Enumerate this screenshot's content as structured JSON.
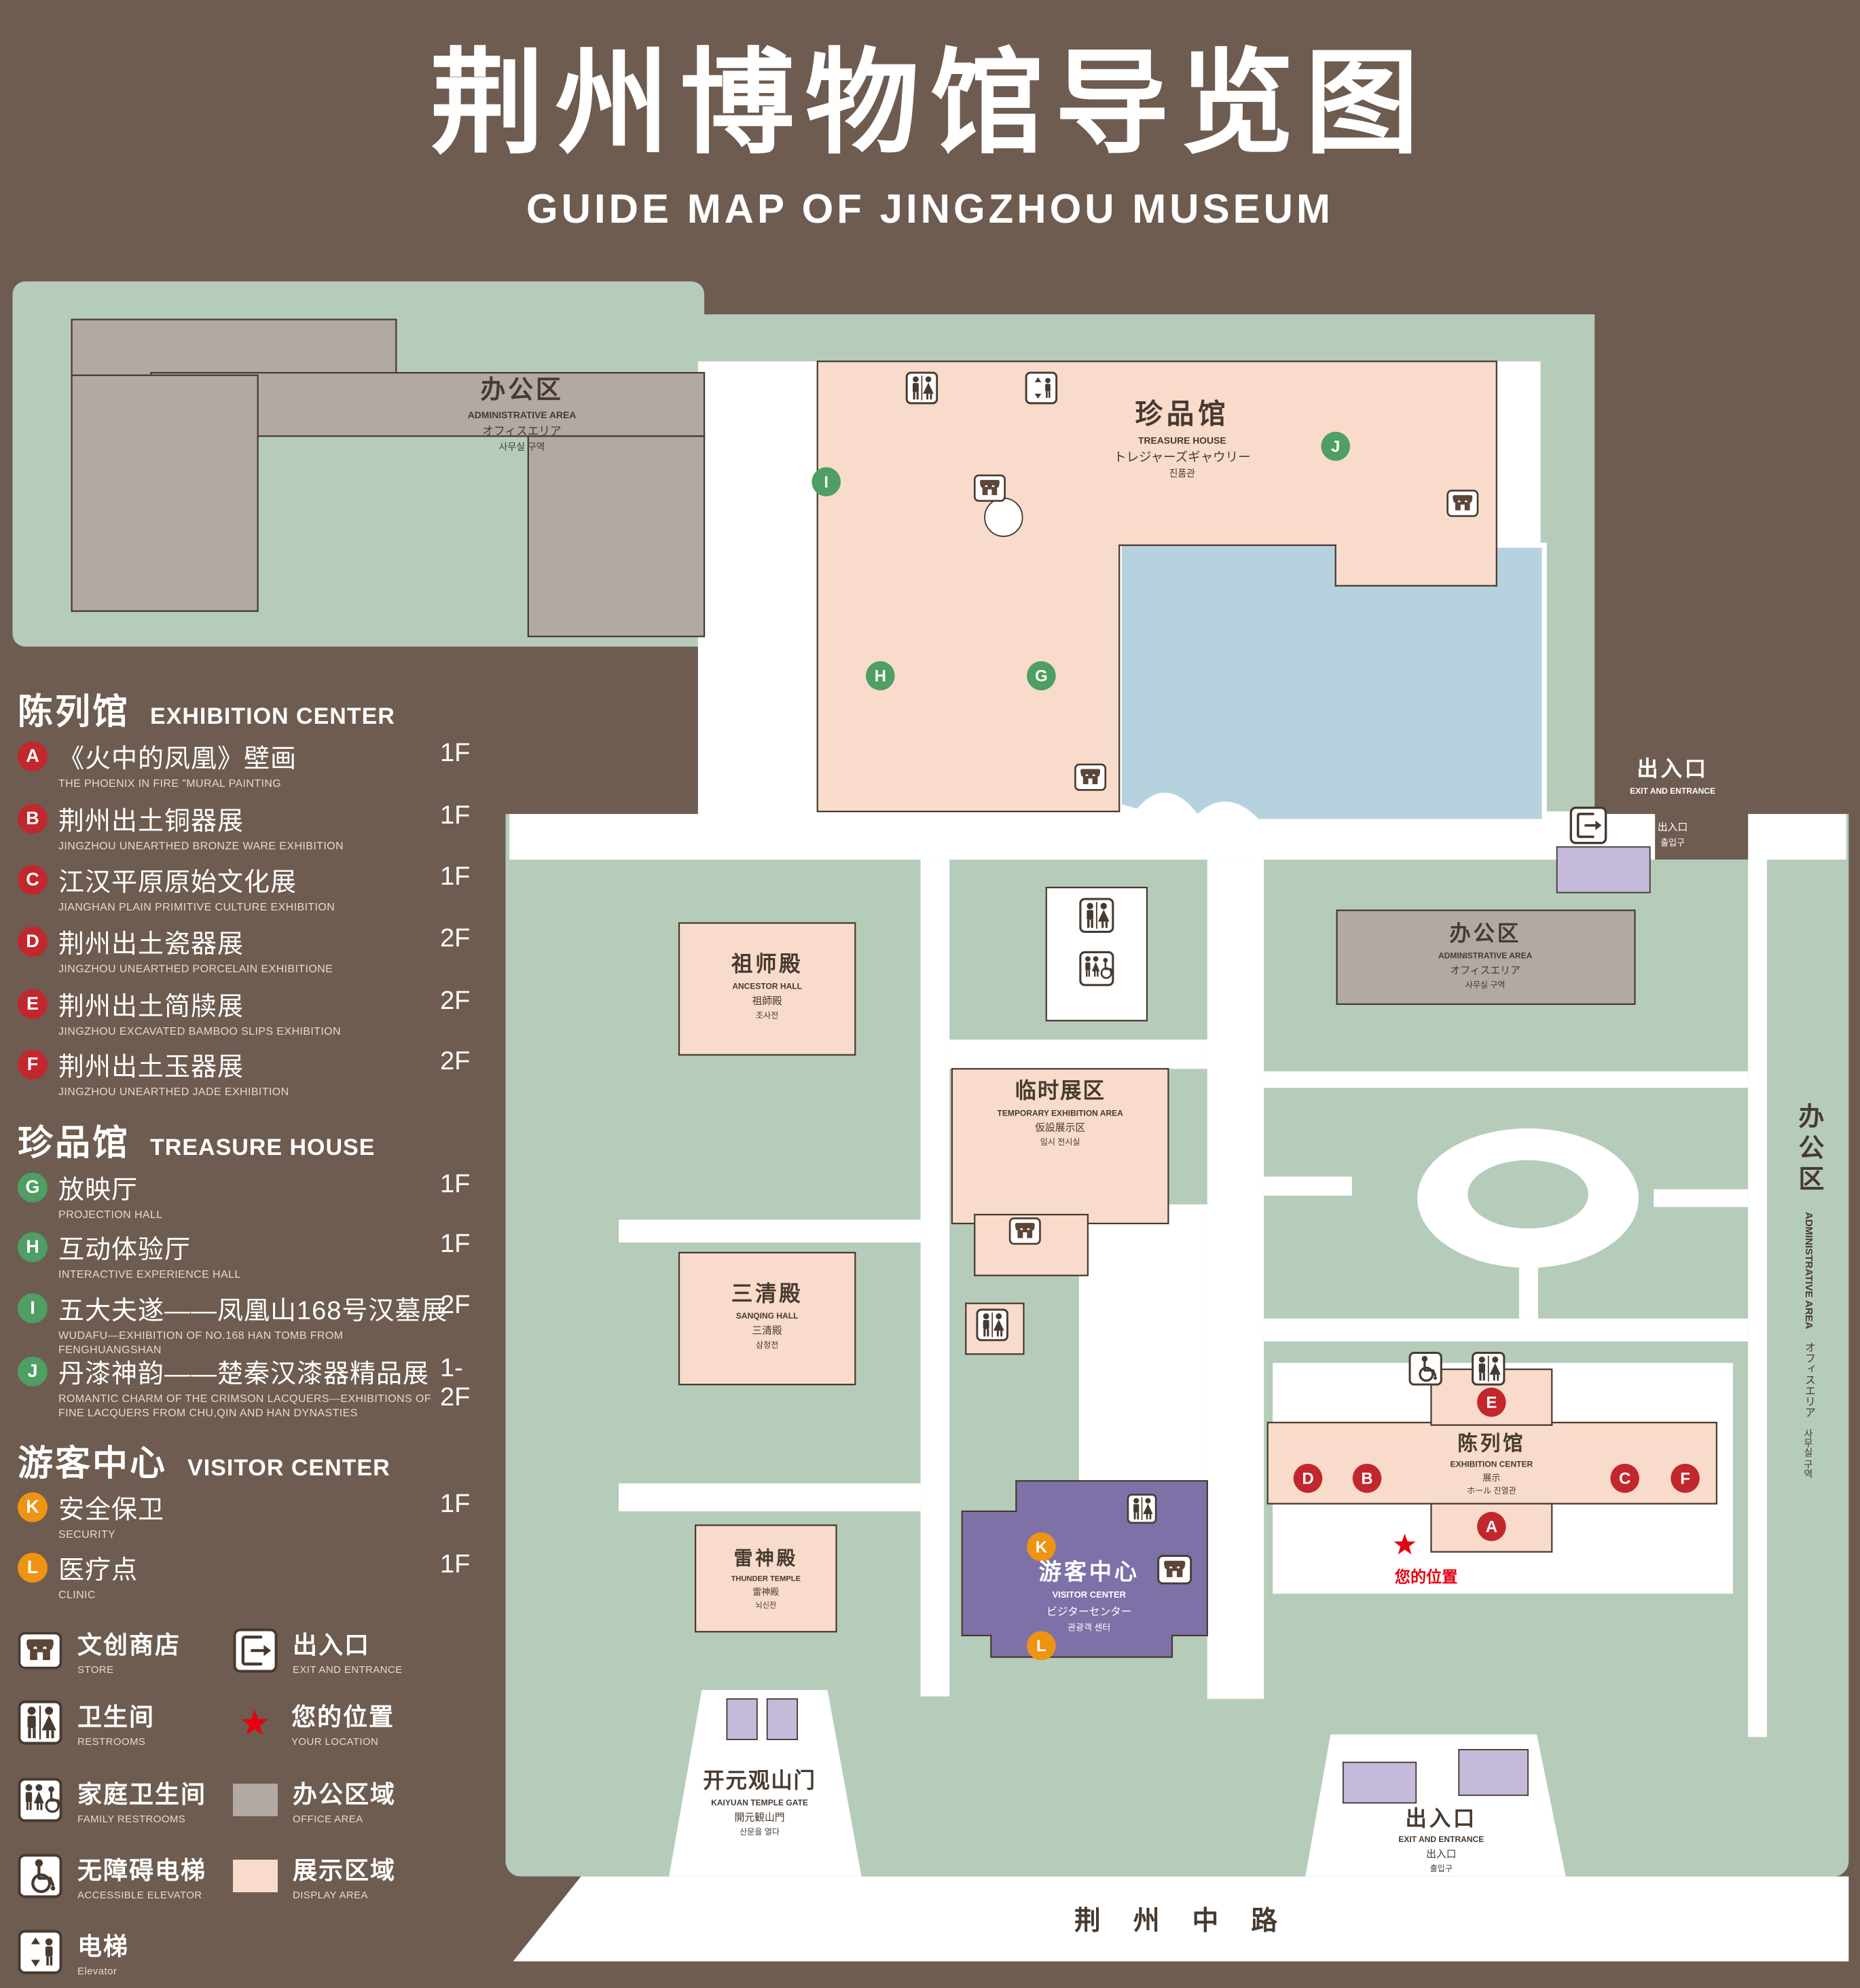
{
  "title": {
    "zh": "荆州博物馆导览图",
    "en": "GUIDE MAP OF JINGZHOU MUSEUM"
  },
  "colors": {
    "background": "#6e5c50",
    "green_area": "#b6ccba",
    "display_area": "#f8dbca",
    "office_area": "#b2a9a3",
    "water": "#b6d2de",
    "visitor_center": "#7d71a8",
    "entrance_block": "#c6badb",
    "marker_red": "#c1272d",
    "marker_green": "#4f9e63",
    "marker_orange": "#ef9312",
    "location_red": "#e60012"
  },
  "legend": {
    "sections": [
      {
        "zh": "陈列馆",
        "en": "EXHIBITION CENTER",
        "items": [
          {
            "letter": "A",
            "zh": "《火中的凤凰》壁画",
            "sub": "THE PHOENIX IN FIRE \"MURAL PAINTING",
            "floor": "1F"
          },
          {
            "letter": "B",
            "zh": "荆州出土铜器展",
            "sub": "JINGZHOU UNEARTHED BRONZE WARE EXHIBITION",
            "floor": "1F"
          },
          {
            "letter": "C",
            "zh": "江汉平原原始文化展",
            "sub": "JIANGHAN PLAIN PRIMITIVE CULTURE EXHIBITION",
            "floor": "1F"
          },
          {
            "letter": "D",
            "zh": "荆州出土瓷器展",
            "sub": "JINGZHOU UNEARTHED PORCELAIN EXHIBITIONE",
            "floor": "2F"
          },
          {
            "letter": "E",
            "zh": "荆州出土简牍展",
            "sub": "JINGZHOU EXCAVATED BAMBOO SLIPS EXHIBITION",
            "floor": "2F"
          },
          {
            "letter": "F",
            "zh": "荆州出土玉器展",
            "sub": "JINGZHOU UNEARTHED JADE EXHIBITION",
            "floor": "2F"
          }
        ]
      },
      {
        "zh": "珍品馆",
        "en": "TREASURE HOUSE",
        "items": [
          {
            "letter": "G",
            "zh": "放映厅",
            "sub": "PROJECTION HALL",
            "floor": "1F"
          },
          {
            "letter": "H",
            "zh": "互动体验厅",
            "sub": "INTERACTIVE EXPERIENCE HALL",
            "floor": "1F"
          },
          {
            "letter": "I",
            "zh": "五大夫遂——凤凰山168号汉墓展",
            "sub": "WUDAFU—EXHIBITION OF NO.168 HAN TOMB FROM FENGHUANGSHAN",
            "floor": "2F"
          },
          {
            "letter": "J",
            "zh": "丹漆神韵——楚秦汉漆器精品展",
            "sub": "ROMANTIC CHARM OF THE CRIMSON LACQUERS—EXHIBITIONS OF FINE LACQUERS FROM CHU,QIN AND HAN DYNASTIES",
            "floor": "1-2F"
          }
        ]
      },
      {
        "zh": "游客中心",
        "en": "VISITOR CENTER",
        "items": [
          {
            "letter": "K",
            "zh": "安全保卫",
            "sub": "SECURITY",
            "floor": "1F"
          },
          {
            "letter": "L",
            "zh": "医疗点",
            "sub": "CLINIC",
            "floor": "1F"
          }
        ]
      }
    ],
    "symbols": [
      {
        "icon": "store-icon",
        "zh": "文创商店",
        "sub": "STORE"
      },
      {
        "icon": "exit-entrance-icon",
        "zh": "出入口",
        "sub": "EXIT AND ENTRANCE"
      },
      {
        "icon": "restroom-icon",
        "zh": "卫生间",
        "sub": "RESTROOMS"
      },
      {
        "icon": "location-star-icon",
        "zh": "您的位置",
        "sub": "YOUR LOCATION"
      },
      {
        "icon": "family-restroom-icon",
        "zh": "家庭卫生间",
        "sub": "FAMILY RESTROOMS"
      },
      {
        "icon": "office-area-swatch",
        "zh": "办公区域",
        "sub": "OFFICE AREA"
      },
      {
        "icon": "accessible-elevator-icon",
        "zh": "无障碍电梯",
        "sub": "ACCESSIBLE ELEVATOR"
      },
      {
        "icon": "display-area-swatch",
        "zh": "展示区域",
        "sub": "DISPLAY AREA"
      },
      {
        "icon": "elevator-icon",
        "zh": "电梯",
        "sub": "Elevator"
      }
    ]
  },
  "map": {
    "buildings": {
      "admin_nw": {
        "zh": "办公区",
        "en": "ADMINISTRATIVE AREA",
        "ja": "オフィスエリア",
        "ko": "사무실 구역"
      },
      "treasure_house": {
        "zh": "珍品馆",
        "en": "TREASURE HOUSE",
        "ja": "トレジャーズギャウリー",
        "ko": "진품관"
      },
      "admin_center": {
        "zh": "办公区",
        "en": "ADMINISTRATIVE AREA",
        "ja": "オフィスエリア",
        "ko": "사무실 구역"
      },
      "admin_east": {
        "zh": "办公区",
        "en": "ADMINISTRATIVE AREA",
        "ja": "オフィスエリア",
        "ko": "사무실 구역"
      },
      "ancestor_hall": {
        "zh": "祖师殿",
        "en": "ANCESTOR HALL",
        "ja": "祖師殿",
        "ko": "조사전"
      },
      "temporary_area": {
        "zh": "临时展区",
        "en": "TEMPORARY EXHIBITION AREA",
        "ja": "仮設展示区",
        "ko": "임시 전시실"
      },
      "sanqing_hall": {
        "zh": "三清殿",
        "en": "SANQING HALL",
        "ja": "三清殿",
        "ko": "삼청전"
      },
      "exhibition_center": {
        "zh": "陈列馆",
        "en": "EXHIBITION CENTER",
        "ja": "展示",
        "ko": "ホール 진열관"
      },
      "thunder_temple": {
        "zh": "雷神殿",
        "en": "THUNDER TEMPLE",
        "ja": "雷神殿",
        "ko": "뇌신전"
      },
      "visitor_center": {
        "zh": "游客中心",
        "en": "VISITOR CENTER",
        "ja": "ビジターセンター",
        "ko": "관광객 센터"
      },
      "gate": {
        "zh": "开元观山门",
        "en": "KAIYUAN TEMPLE GATE",
        "ja": "開元観山門",
        "ko": "산문을 열다"
      },
      "exit_right": {
        "zh": "出入口",
        "en": "EXIT AND ENTRANCE",
        "ja": "出入口",
        "ko": "출입구"
      },
      "exit_bottom": {
        "zh": "出入口",
        "en": "EXIT AND ENTRANCE",
        "ja": "出入口",
        "ko": "출입구"
      },
      "road": {
        "zh": "荆 州 中 路"
      },
      "your_location": {
        "zh": "您的位置"
      }
    },
    "markers": [
      "A",
      "B",
      "C",
      "D",
      "E",
      "F",
      "G",
      "H",
      "I",
      "J",
      "K",
      "L"
    ],
    "icons": {
      "store": "store-icon",
      "exit": "exit-entrance-icon",
      "restroom": "restroom-icon",
      "family_restroom": "family-restroom-icon",
      "accessible_elevator": "accessible-elevator-icon",
      "elevator": "elevator-icon",
      "location": "location-star-icon"
    }
  }
}
